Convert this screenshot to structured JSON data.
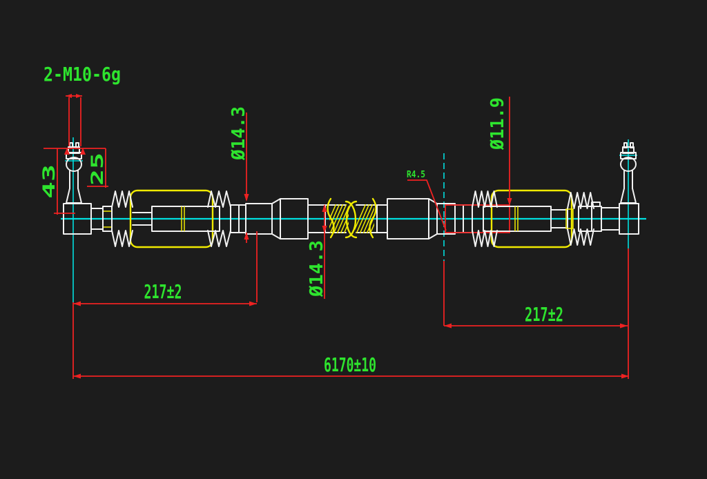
{
  "app": {
    "type": "cad-drawing-viewport",
    "background": "#1c1c1c"
  },
  "colors": {
    "background": "#1c1c1c",
    "part_outline": "#f2f2f2",
    "centerline": "#00e0e0",
    "dimension_line": "#ee2222",
    "dimension_text": "#2ee42e",
    "boot_highlight": "#f0ea00"
  },
  "dimensions": {
    "thread_callout": "2-M10-6g",
    "stud_length": "43",
    "stud_taper_length": "25",
    "left_rod_diameter": "Ø14.3",
    "center_rod_diameter": "Ø14.3",
    "right_rod_diameter": "Ø11.9",
    "fillet_radius": "R4.5",
    "left_joint_length": "217±2",
    "right_joint_length": "217±2",
    "overall_length": "6170±10"
  }
}
